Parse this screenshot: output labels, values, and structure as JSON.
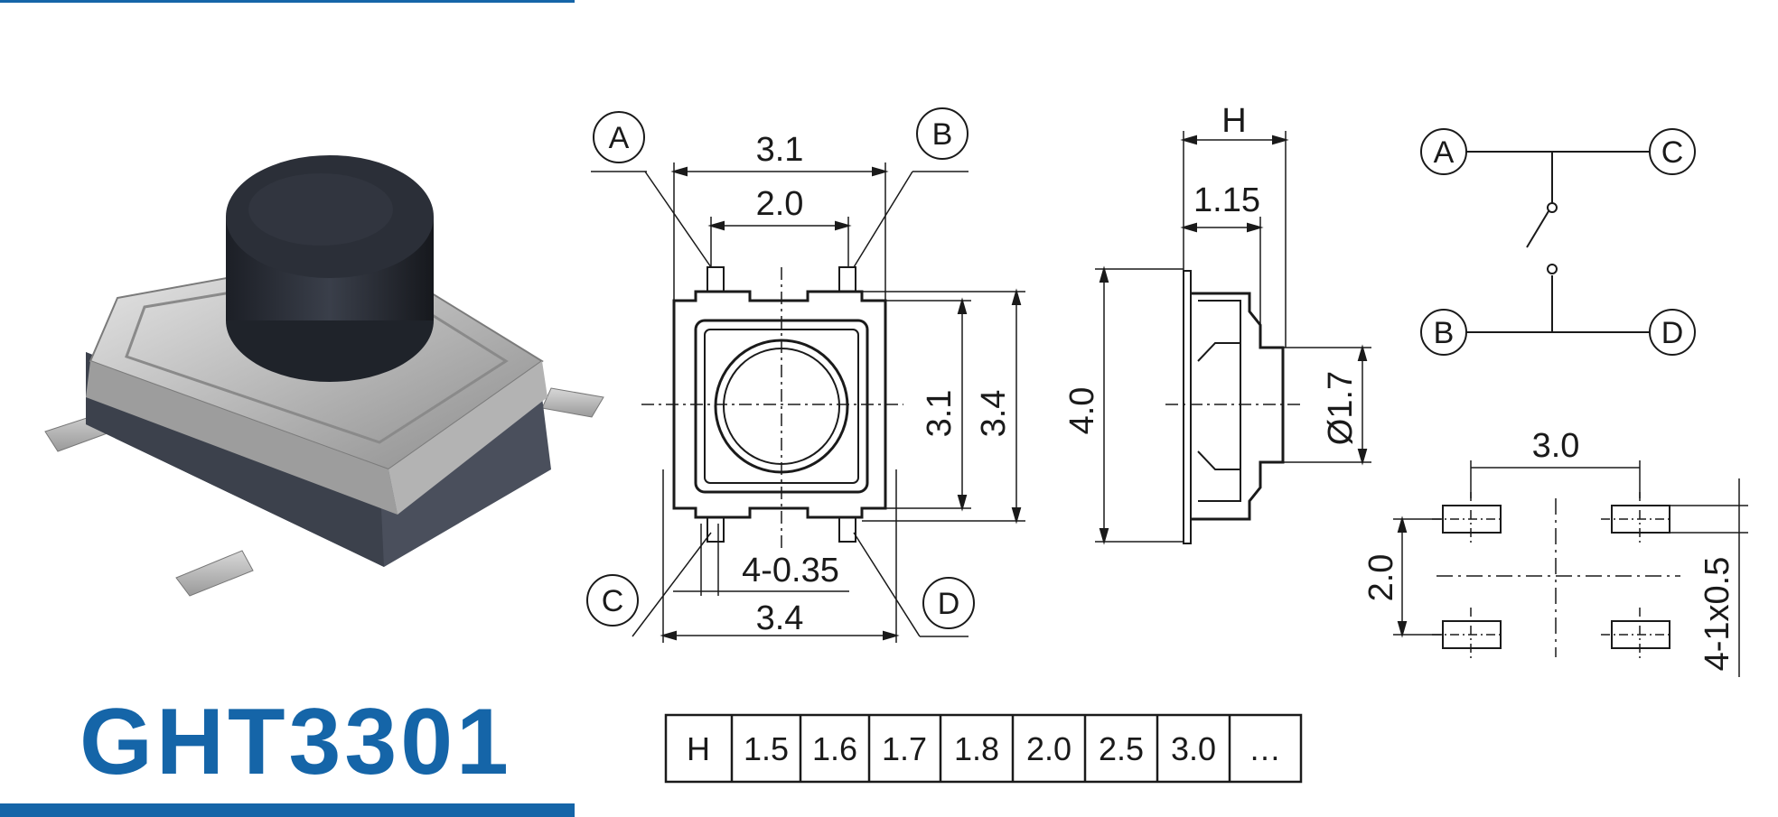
{
  "product": {
    "model": "GHT3301"
  },
  "drawing": {
    "top_view": {
      "pin_labels": [
        "A",
        "B",
        "C",
        "D"
      ],
      "dims": {
        "width_outer": "3.1",
        "width_inner": "2.0",
        "height_inner": "3.1",
        "height_outer": "3.4",
        "pin_width": "4-0.35",
        "bottom_width": "3.4"
      }
    },
    "side_view": {
      "dims": {
        "height_var": "H",
        "cap_offset": "1.15",
        "body_height": "4.0",
        "stem_diameter": "Ø1.7"
      }
    },
    "schematic": {
      "labels": [
        "A",
        "C",
        "B",
        "D"
      ]
    },
    "pad_layout": {
      "dims": {
        "spacing_x": "3.0",
        "spacing_y": "2.0",
        "pad_size": "4-1x0.5"
      }
    }
  },
  "h_table": {
    "header": "H",
    "values": [
      "1.5",
      "1.6",
      "1.7",
      "1.8",
      "2.0",
      "2.5",
      "3.0",
      "…"
    ]
  },
  "colors": {
    "brand": "#1565a8",
    "line": "#1a1a1a"
  }
}
